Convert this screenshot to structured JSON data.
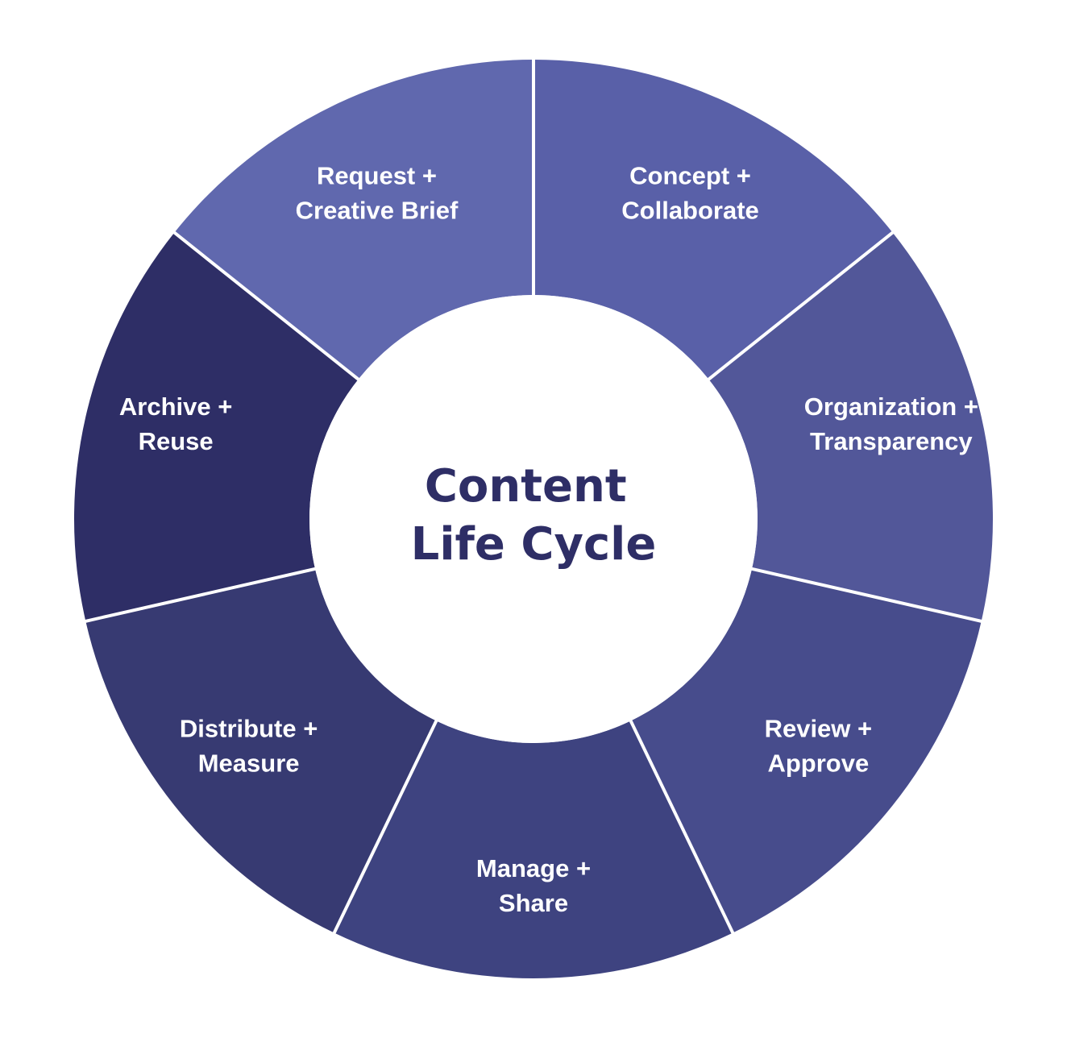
{
  "diagram": {
    "type": "cycle-wheel",
    "center_title": [
      "Content",
      "Life Cycle"
    ],
    "center_color": "#2E2E66",
    "divider_color": "#ffffff",
    "segments": [
      {
        "name": "concept-collaborate",
        "lines": [
          "Concept +",
          "Collaborate"
        ],
        "color": "#5960A8"
      },
      {
        "name": "organization-transparency",
        "lines": [
          "Organization +",
          "Transparency"
        ],
        "color": "#525799"
      },
      {
        "name": "review-approve",
        "lines": [
          "Review +",
          "Approve"
        ],
        "color": "#474C8C"
      },
      {
        "name": "manage-share",
        "lines": [
          "Manage +",
          "Share"
        ],
        "color": "#3E4380"
      },
      {
        "name": "distribute-measure",
        "lines": [
          "Distribute +",
          "Measure"
        ],
        "color": "#373A72"
      },
      {
        "name": "archive-reuse",
        "lines": [
          "Archive +",
          "Reuse"
        ],
        "color": "#2E2E66"
      },
      {
        "name": "request-creative-brief",
        "lines": [
          "Request +",
          "Creative Brief"
        ],
        "color": "#6068AE"
      }
    ]
  }
}
